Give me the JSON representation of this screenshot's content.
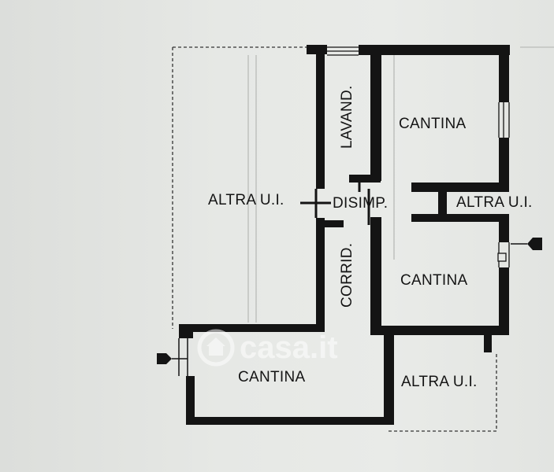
{
  "labels": {
    "cantina_top": "CANTINA",
    "cantina_mid": "CANTINA",
    "cantina_bottom": "CANTINA",
    "lavand": "LAVAND.",
    "disimp": "DISIMP.",
    "corrid": "CORRID.",
    "altra_left": "ALTRA U.I.",
    "altra_right": "ALTRA U.I.",
    "altra_bottom": "ALTRA U.I."
  },
  "watermark": {
    "text": "casa.it",
    "icon": "house-logo-icon"
  },
  "entry_markers": [
    "entry-arrow-icon",
    "entry-arrow-icon"
  ],
  "colors": {
    "wall": "#141414",
    "background": "#e6e8e5",
    "watermark": "#ffffff"
  }
}
